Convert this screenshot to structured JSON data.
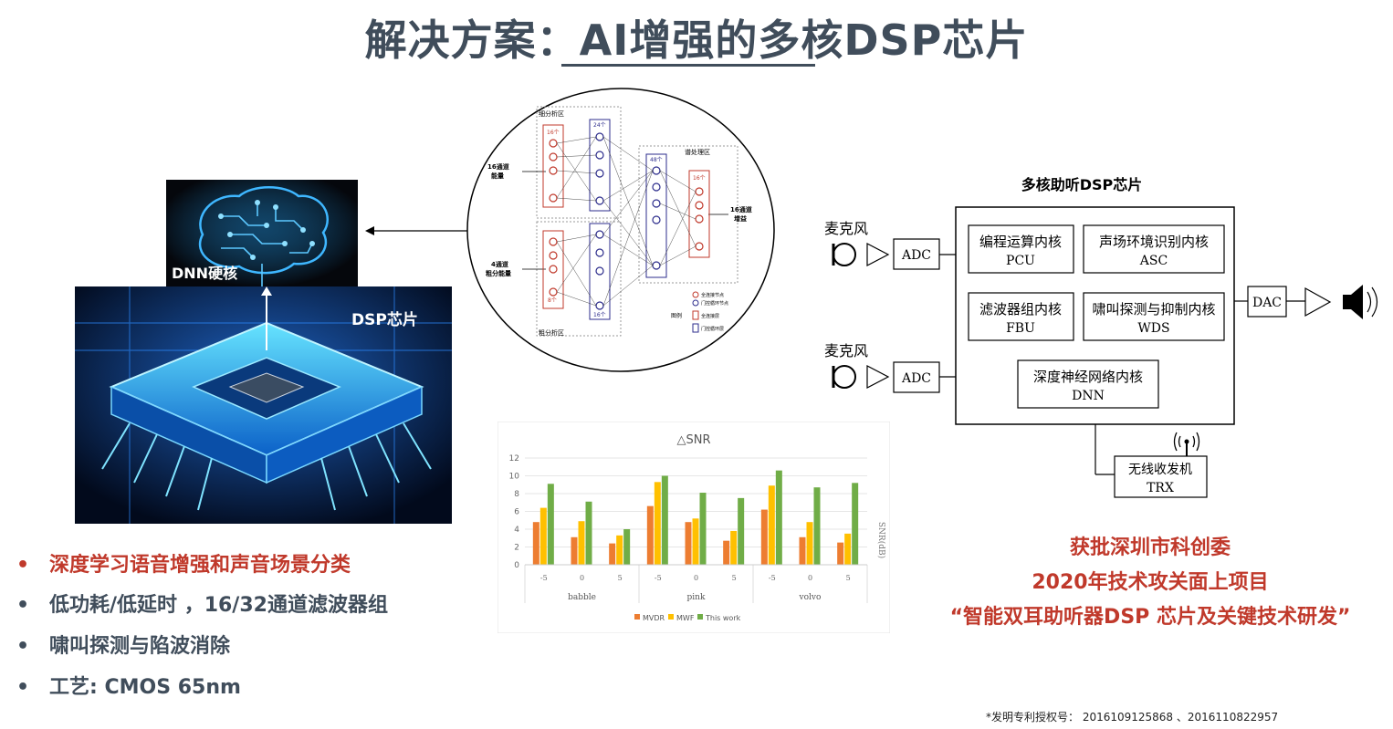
{
  "title": {
    "text": "解决方案：AI增强的多核DSP芯片"
  },
  "left_panel": {
    "dnn_label": "DNN硬核",
    "dsp_label": "DSP芯片"
  },
  "bullets": [
    {
      "text": "深度学习语音增强和声音场景分类",
      "color": "#c0392b"
    },
    {
      "text": "低功耗/低延时 ，16/32通道滤波器组",
      "color": "#404d5b"
    },
    {
      "text": "啸叫探测与陷波消除",
      "color": "#404d5b"
    },
    {
      "text": "工艺: CMOS 65nm",
      "color": "#404d5b"
    }
  ],
  "nn_diagram": {
    "fine_region": "细分析区",
    "coarse_region": "粗分析区",
    "spectral_region": "谱处理区",
    "input_top": [
      "16通道",
      "能量"
    ],
    "input_bottom": [
      "4通道",
      "粗分能量"
    ],
    "output": [
      "16通道",
      "增益"
    ],
    "col_labels": [
      "16个",
      "24个",
      "48个",
      "16个",
      "8个",
      "16个"
    ],
    "legend_title": "图例",
    "legend_items": [
      "全连接节点",
      "门控循环节点",
      "全连接层",
      "门控循环层"
    ]
  },
  "chart_data": {
    "type": "bar",
    "title": "△SNR",
    "ylabel": "SNR(dB)",
    "ylim": [
      0,
      12
    ],
    "yticks": [
      0,
      2,
      4,
      6,
      8,
      10,
      12
    ],
    "groups": [
      "babble",
      "pink",
      "volvo"
    ],
    "categories": [
      "-5",
      "0",
      "5",
      "-5",
      "0",
      "5",
      "-5",
      "0",
      "5"
    ],
    "series": [
      {
        "name": "MVDR",
        "color": "#ed7d31",
        "values": [
          4.8,
          3.1,
          2.4,
          6.6,
          4.8,
          2.7,
          6.2,
          3.1,
          2.5
        ]
      },
      {
        "name": "MWF",
        "color": "#ffc000",
        "values": [
          6.4,
          4.9,
          3.3,
          9.3,
          5.2,
          3.8,
          8.9,
          4.8,
          3.5
        ]
      },
      {
        "name": "This work",
        "color": "#70ad47",
        "values": [
          9.1,
          7.1,
          4.0,
          10.0,
          8.1,
          7.5,
          10.6,
          8.7,
          9.2
        ]
      }
    ]
  },
  "block_diagram": {
    "chip_title": "多核助听DSP芯片",
    "mic_label": "麦克风",
    "adc": "ADC",
    "dac": "DAC",
    "cores": [
      {
        "cn": "编程运算内核",
        "en": "PCU"
      },
      {
        "cn": "声场环境识别内核",
        "en": "ASC"
      },
      {
        "cn": "滤波器组内核",
        "en": "FBU"
      },
      {
        "cn": "啸叫探测与抑制内核",
        "en": "WDS"
      },
      {
        "cn": "深度神经网络内核",
        "en": "DNN"
      }
    ],
    "trx": {
      "cn": "无线收发机",
      "en": "TRX"
    }
  },
  "project": {
    "line1": "获批深圳市科创委",
    "line2": "2020年技术攻关面上项目",
    "line3": "“智能双耳助听器DSP 芯片及关键技术研发”"
  },
  "patent": {
    "text": "*发明专利授权号： 2016109125868 、2016110822957"
  }
}
